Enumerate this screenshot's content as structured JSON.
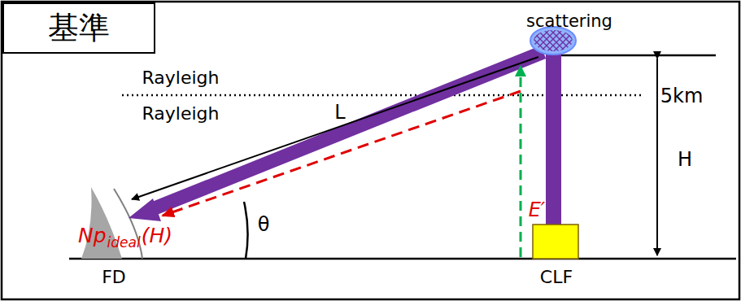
{
  "diagram": {
    "nodes": [
      {
        "text": [
          "基準"
        ]
      }
    ],
    "labels": [
      "scattering",
      "Rayleigh",
      "Rayleigh",
      "5km",
      "L",
      "H",
      "θ",
      "E′",
      "Np",
      "ideal",
      "(H)",
      "FD",
      "CLF"
    ]
  }
}
